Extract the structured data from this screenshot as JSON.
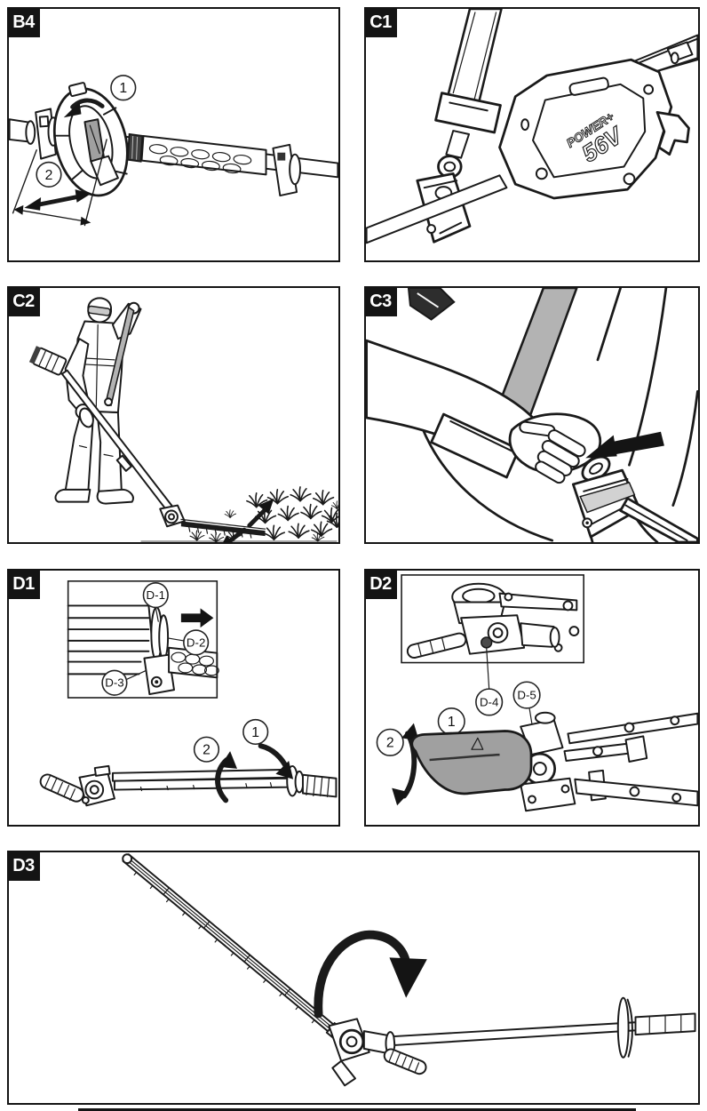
{
  "colors": {
    "line": "#1a1a1a",
    "panel_border": "#141414",
    "label_bg": "#141414",
    "label_text": "#ffffff",
    "strap_gray": "#b3b3b3",
    "lever_gray": "#a0a0a0",
    "blade_dark": "#1c1c1c"
  },
  "panels": {
    "b4": {
      "label": "B4",
      "callouts": {
        "one": "1",
        "two": "2"
      }
    },
    "c1": {
      "label": "C1",
      "branding": {
        "line1": "POWER+",
        "line2": "56V"
      }
    },
    "c2": {
      "label": "C2"
    },
    "c3": {
      "label": "C3"
    },
    "d1": {
      "label": "D1",
      "callouts": {
        "d1": "D-1",
        "d2": "D-2",
        "d3": "D-3",
        "one": "1",
        "two": "2"
      }
    },
    "d2": {
      "label": "D2",
      "callouts": {
        "d4": "D-4",
        "d5": "D-5",
        "one": "1",
        "two": "2"
      }
    },
    "d3": {
      "label": "D3"
    }
  }
}
